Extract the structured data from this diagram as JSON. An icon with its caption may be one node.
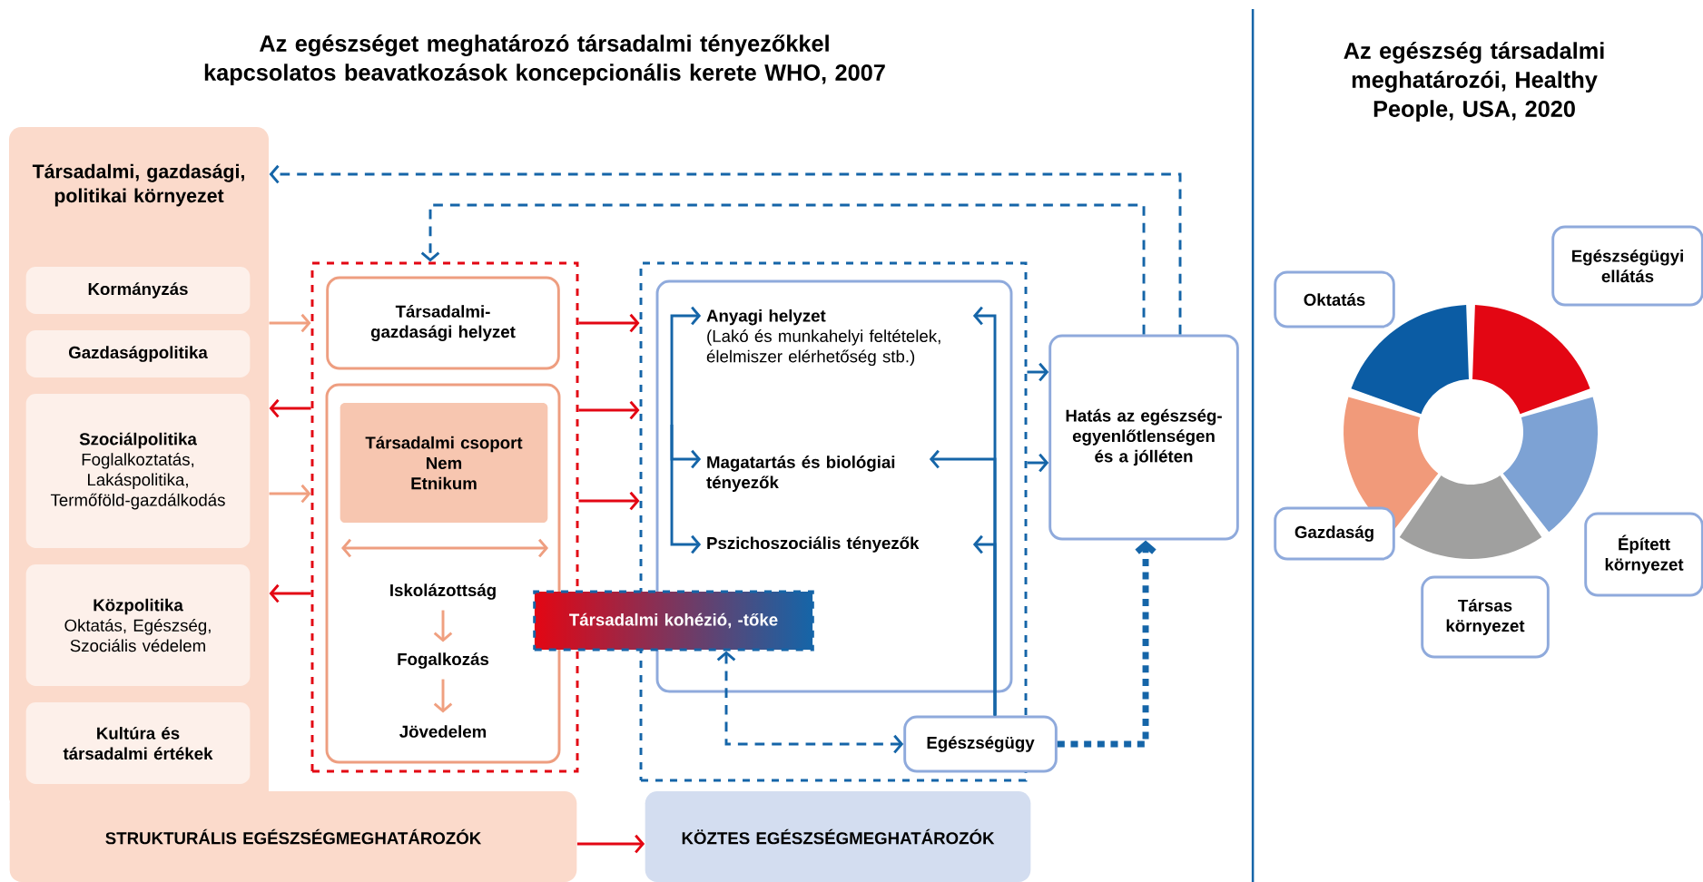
{
  "diagram": {
    "title": "Az egészséget meghatározó társadalmi tényezőkkel kapcsolatos beavatkozások koncepcionális kerete WHO, 2007",
    "nodes": [
      {
        "text": [
          "Társadalmi, gazdasági, politikai környezet"
        ]
      },
      {
        "text": [
          "Kormányzás"
        ],
        "in": 0
      },
      {
        "text": [
          "Gazdaságpolitika"
        ],
        "in": 0
      },
      {
        "text": [
          "Szociálpolitika",
          "Foglalkoztatás, Lakáspolitika, Termőföld-gazdálkodás"
        ],
        "in": 0
      },
      {
        "text": [
          "Közpolitika",
          "Oktatás, Egészség, Szociális védelem"
        ],
        "in": 0
      },
      {
        "text": [
          "Kultúra és társadalmi értékek"
        ],
        "in": 0
      },
      {
        "text": [],
        "shape": "box"
      },
      {
        "text": [
          "Társadalmi-gazdasági helyzet"
        ],
        "in": 6
      },
      {
        "text": [],
        "shape": "box",
        "in": 6
      },
      {
        "text": [
          "Társadalmi csoport",
          "Nem",
          "Etnikum"
        ],
        "in": 8
      },
      {
        "text": [
          "Iskolázottság"
        ],
        "in": 8
      },
      {
        "text": [
          "Fogalkozás"
        ],
        "in": 8
      },
      {
        "text": [
          "Jövedelem"
        ],
        "in": 8
      },
      {
        "text": [
          "Társadalmi kohézió, -tőke"
        ]
      },
      {
        "text": [],
        "shape": "box"
      },
      {
        "text": [],
        "shape": "box",
        "in": 14
      },
      {
        "text": [
          "Anyagi helyzet",
          "(Lakó és munkahelyi feltételek, élelmiszer elérhetőség stb.)"
        ],
        "in": 15
      },
      {
        "text": [
          "Magatartás és biológiai tényezők"
        ],
        "in": 15
      },
      {
        "text": [
          "Pszichoszociális tényezők"
        ],
        "in": 15
      },
      {
        "text": [
          "Egészségügy"
        ]
      },
      {
        "text": [
          "Hatás az egészség-egyenlőtlenségen és a jólléten"
        ]
      },
      {
        "text": [
          "STRUKTURÁLIS EGÉSZSÉGMEGHATÁROZÓK"
        ]
      },
      {
        "text": [
          "KÖZTES EGÉSZSÉGMEGHATÁROZÓK"
        ]
      },
      {
        "text": [
          "Egészségügyi ellátás"
        ]
      },
      {
        "text": [
          "Oktatás"
        ]
      },
      {
        "text": [
          "Gazdaság"
        ]
      },
      {
        "text": [
          "Épített környezet"
        ]
      },
      {
        "text": [
          "Társas környezet"
        ]
      }
    ],
    "edges": [
      {
        "from": 0,
        "to": 6,
        "arrow": "to",
        "color": "#f0a080"
      },
      {
        "from": 0,
        "to": 6,
        "arrow": "to",
        "color": "#f0a080"
      },
      {
        "from": 6,
        "to": 0,
        "arrow": "to",
        "color": "#e30613"
      },
      {
        "from": 6,
        "to": 0,
        "arrow": "to",
        "color": "#e30613"
      },
      {
        "from": 6,
        "to": 14,
        "arrow": "to",
        "color": "#e30613"
      },
      {
        "from": 6,
        "to": 14,
        "arrow": "to",
        "color": "#e30613"
      },
      {
        "from": 6,
        "to": 14,
        "arrow": "to",
        "color": "#e30613"
      },
      {
        "from": 21,
        "to": 22,
        "arrow": "to",
        "color": "#e30613"
      },
      {
        "from": 20,
        "to": 0,
        "arrow": "to",
        "style": "dashed"
      },
      {
        "from": 20,
        "to": 6,
        "arrow": "to",
        "style": "dashed"
      },
      {
        "from": 14,
        "to": 20,
        "arrow": "to"
      },
      {
        "from": 14,
        "to": 20,
        "arrow": "to"
      },
      {
        "from": null,
        "to": 16,
        "arrow": "to"
      },
      {
        "from": null,
        "to": 17,
        "arrow": "to"
      },
      {
        "from": null,
        "to": 18,
        "arrow": "to"
      },
      {
        "from": 19,
        "to": 16,
        "arrow": "to"
      },
      {
        "from": 19,
        "to": 17,
        "arrow": "to"
      },
      {
        "from": 19,
        "to": 18,
        "arrow": "to"
      },
      {
        "from": 13,
        "to": 19,
        "arrow": "both",
        "style": "dashed"
      },
      {
        "from": 19,
        "to": 20,
        "arrow": "to",
        "style": "dashed"
      },
      {
        "from": 10,
        "to": 11,
        "arrow": "to",
        "color": "#f0a080"
      },
      {
        "from": 11,
        "to": 12,
        "arrow": "to",
        "color": "#f0a080"
      }
    ],
    "labels": [
      "Az egészség társadalmi meghatározói, Healthy People, USA, 2020"
    ]
  }
}
